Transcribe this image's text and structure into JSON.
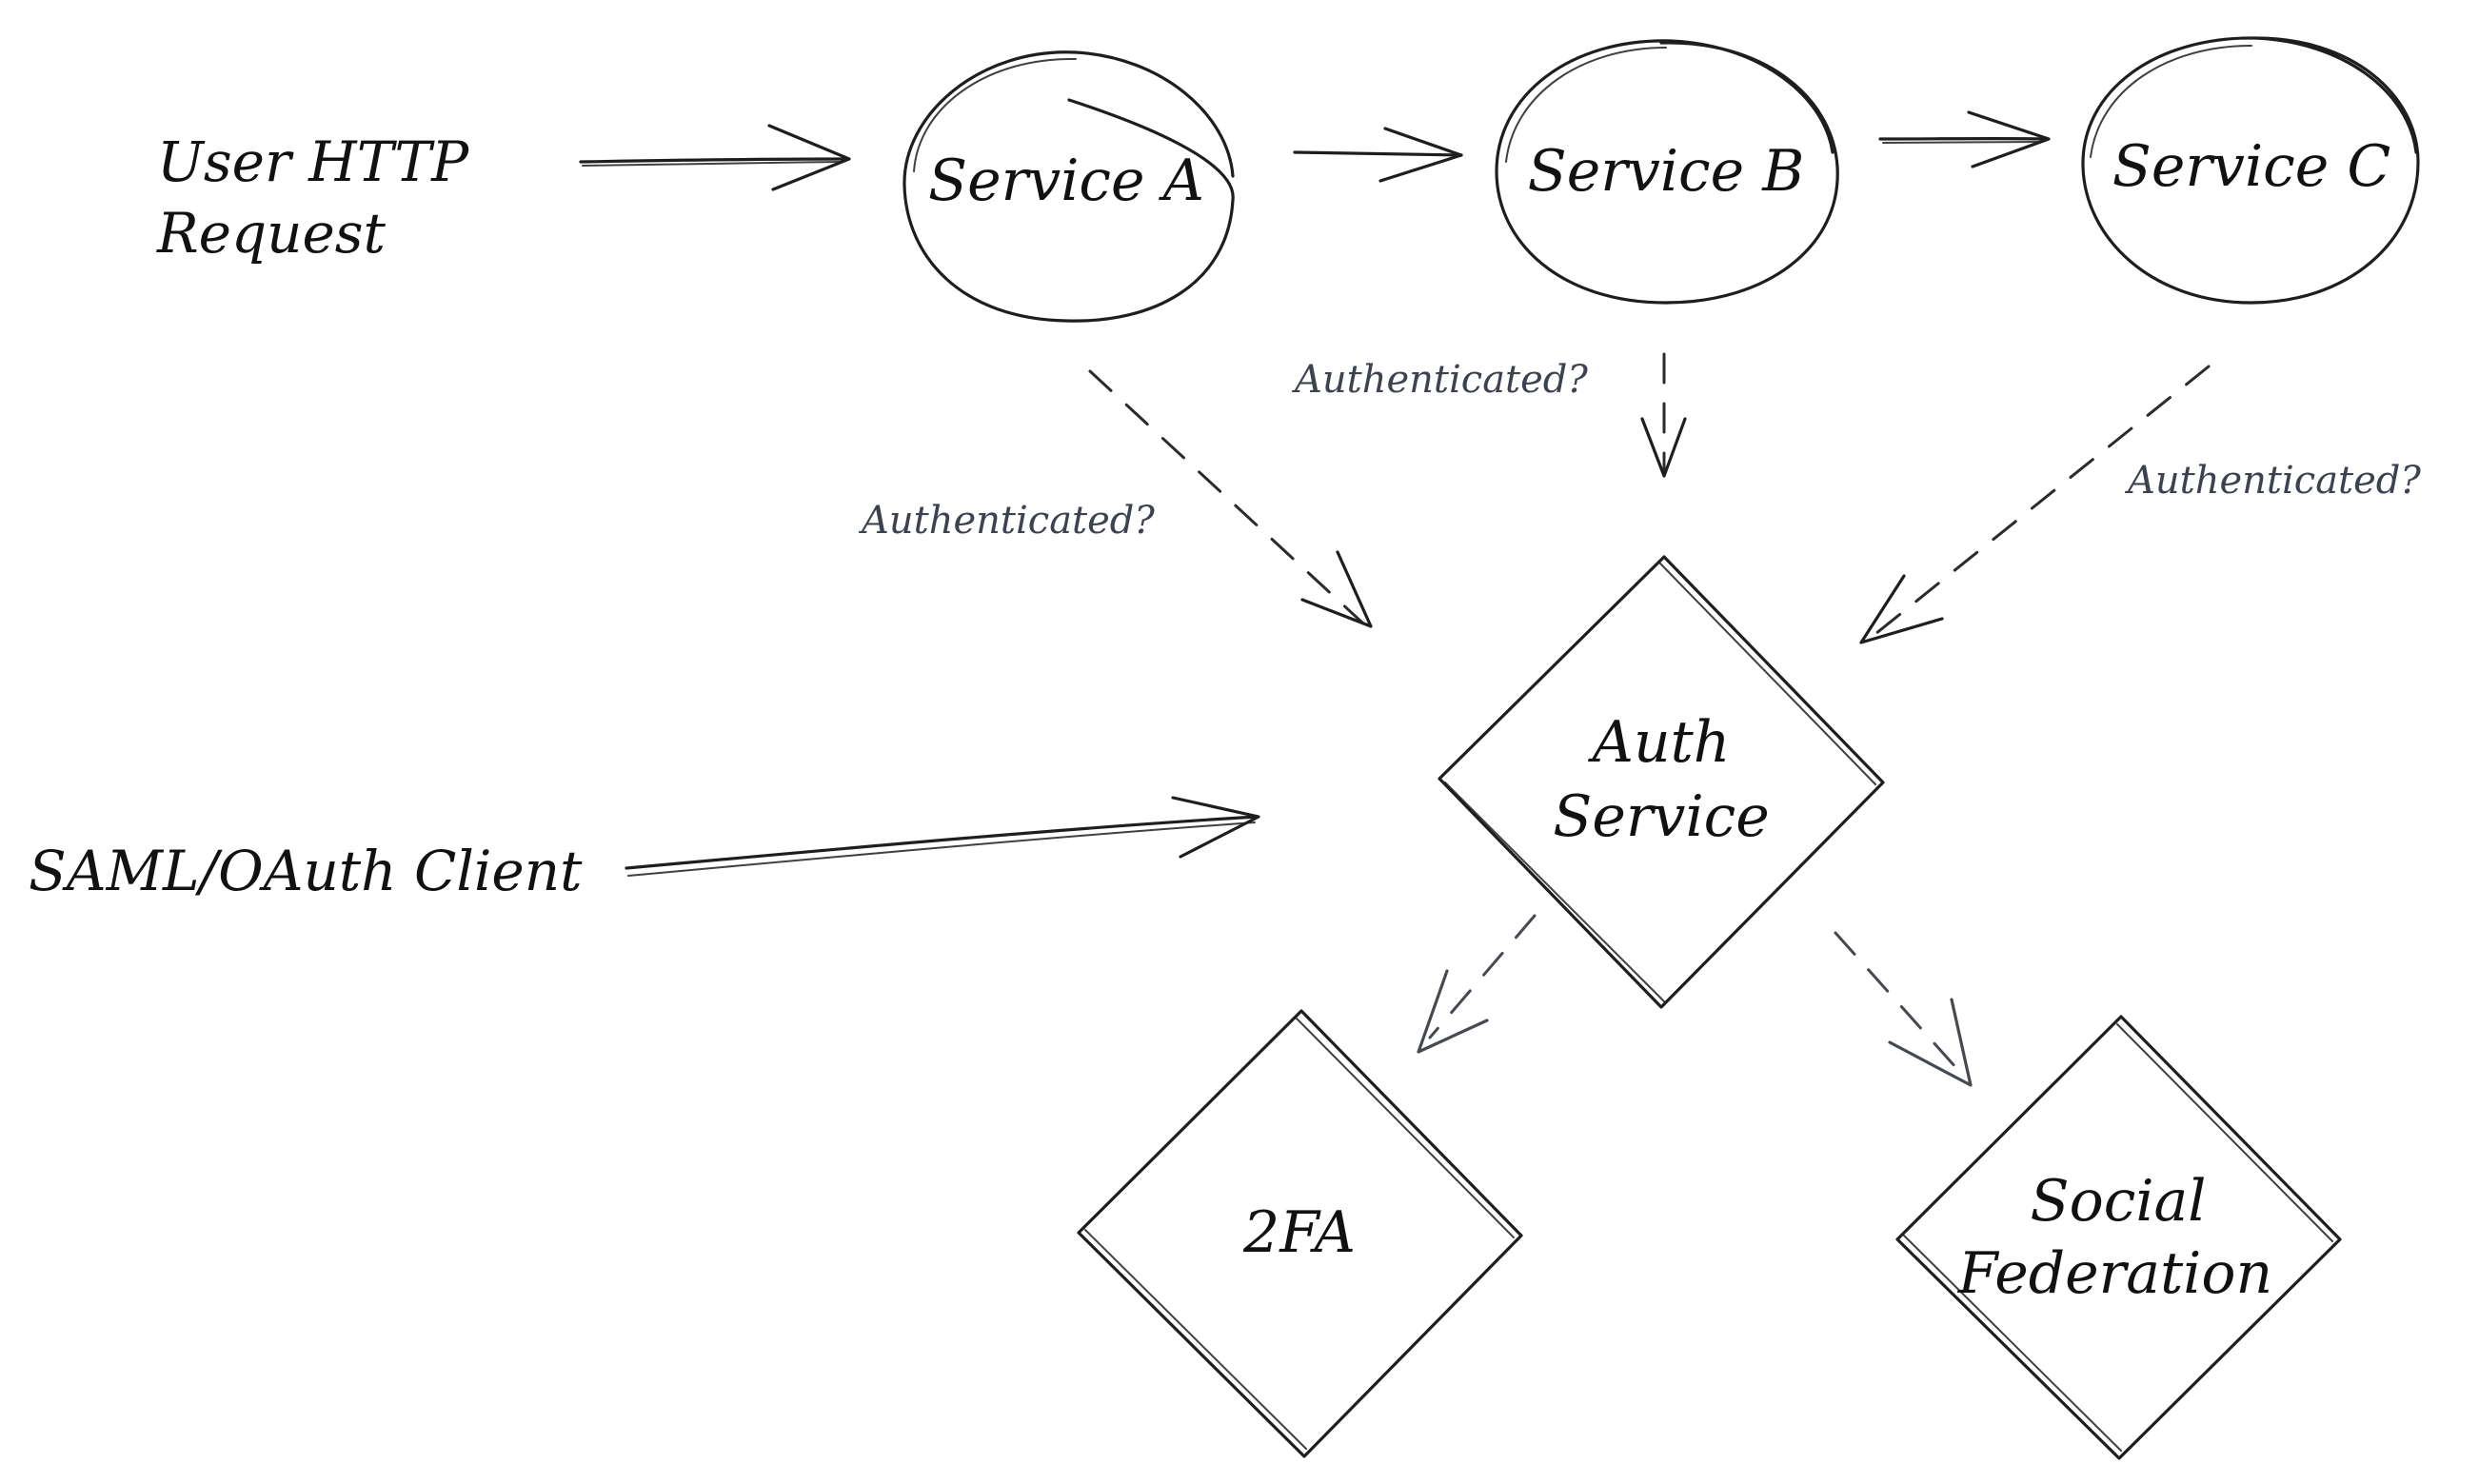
{
  "diagram": {
    "external": {
      "user_request_line1": "User HTTP",
      "user_request_line2": "Request",
      "saml_client": "SAML/OAuth Client"
    },
    "services": {
      "a": "Service A",
      "b": "Service B",
      "c": "Service C"
    },
    "auth_service": {
      "line1": "Auth",
      "line2": "Service"
    },
    "two_fa": "2FA",
    "social_federation": {
      "line1": "Social",
      "line2": "Federation"
    },
    "edges": {
      "a_to_auth": "Authenticated?",
      "b_to_auth": "Authenticated?",
      "c_to_auth": "Authenticated?"
    }
  }
}
